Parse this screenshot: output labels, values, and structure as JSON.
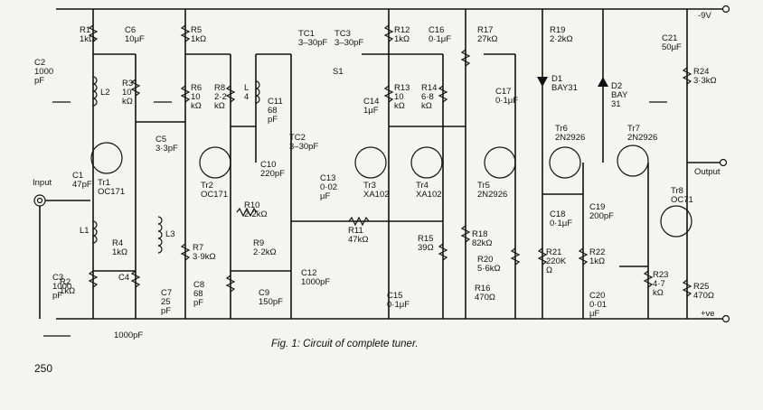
{
  "caption": "Fig. 1: Circuit of complete tuner.",
  "page_number": "250",
  "rails": {
    "negative": "-9V",
    "positive": "+ve"
  },
  "terminals": {
    "input": "Input",
    "output": "Output"
  },
  "labels": {
    "r1": [
      "R1",
      "1kΩ"
    ],
    "r2": [
      "R2",
      "1kΩ"
    ],
    "r3": [
      "R3",
      "10",
      "kΩ"
    ],
    "r4": [
      "R4",
      "1kΩ"
    ],
    "r5": [
      "R5",
      "1kΩ"
    ],
    "r6": [
      "R6",
      "10",
      "kΩ"
    ],
    "r7": [
      "R7",
      "3·9kΩ"
    ],
    "r8": [
      "R8",
      "2·2",
      "kΩ"
    ],
    "r9": [
      "R9",
      "2·2kΩ"
    ],
    "r10": [
      "R10",
      "2·2kΩ"
    ],
    "r11": [
      "R11",
      "47kΩ"
    ],
    "r12": [
      "R12",
      "1kΩ"
    ],
    "r13": [
      "R13",
      "10",
      "kΩ"
    ],
    "r14": [
      "R14",
      "6·8",
      "kΩ"
    ],
    "r15": [
      "R15",
      "39Ω"
    ],
    "r16": [
      "R16",
      "470Ω"
    ],
    "r17": [
      "R17",
      "27kΩ"
    ],
    "r18": [
      "R18",
      "82kΩ"
    ],
    "r19": [
      "R19",
      "2·2kΩ"
    ],
    "r20": [
      "R20",
      "5·6kΩ"
    ],
    "r21": [
      "R21",
      "220K",
      "Ω"
    ],
    "r22": [
      "R22",
      "1kΩ"
    ],
    "r23": [
      "R23",
      "4·7",
      "kΩ"
    ],
    "r24": [
      "R24",
      "3·3kΩ"
    ],
    "r25": [
      "R25",
      "470Ω"
    ],
    "c1": [
      "C1",
      "47pF"
    ],
    "c2": [
      "C2",
      "1000",
      "pF"
    ],
    "c3": [
      "C3",
      "1000",
      "pF"
    ],
    "c4": [
      "C4"
    ],
    "c4v": [
      "1000pF"
    ],
    "c5": [
      "C5",
      "3·3pF"
    ],
    "c6": [
      "C6",
      "10μF"
    ],
    "c7": [
      "C7",
      "25",
      "pF"
    ],
    "c8": [
      "C8",
      "68",
      "pF"
    ],
    "c9": [
      "C9",
      "150pF"
    ],
    "c10": [
      "C10",
      "220pF"
    ],
    "c11": [
      "C11",
      "68",
      "pF"
    ],
    "c12": [
      "C12",
      "1000pF"
    ],
    "c13": [
      "C13",
      "0·02",
      "μF"
    ],
    "c14": [
      "C14",
      "1μF"
    ],
    "c15": [
      "C15",
      "0·1μF"
    ],
    "c16": [
      "C16",
      "0·1μF"
    ],
    "c17": [
      "C17",
      "0·1μF"
    ],
    "c18": [
      "C18",
      "0·1μF"
    ],
    "c19": [
      "C19",
      "200pF"
    ],
    "c20": [
      "C20",
      "0·01",
      "μF"
    ],
    "c21": [
      "C21",
      "50μF"
    ],
    "tc1": [
      "TC1",
      "3–30pF"
    ],
    "tc2": [
      "TC2",
      "3–30pF"
    ],
    "tc3": [
      "TC3",
      "3–30pF"
    ],
    "s1": [
      "S1"
    ],
    "l1": [
      "L1"
    ],
    "l2": [
      "L2"
    ],
    "l3": [
      "L3"
    ],
    "l4": [
      "L",
      "4"
    ],
    "d1": [
      "D1",
      "BAY31"
    ],
    "d2": [
      "D2",
      "BAY",
      "31"
    ],
    "tr1": [
      "Tr1",
      "OC171"
    ],
    "tr2": [
      "Tr2",
      "OC171"
    ],
    "tr3": [
      "Tr3",
      "XA102"
    ],
    "tr4": [
      "Tr4",
      "XA102"
    ],
    "tr5": [
      "Tr5",
      "2N2926"
    ],
    "tr6": [
      "Tr6",
      "2N2926"
    ],
    "tr7": [
      "Tr7",
      "2N2926"
    ],
    "tr8": [
      "Tr8",
      "OC71"
    ]
  }
}
